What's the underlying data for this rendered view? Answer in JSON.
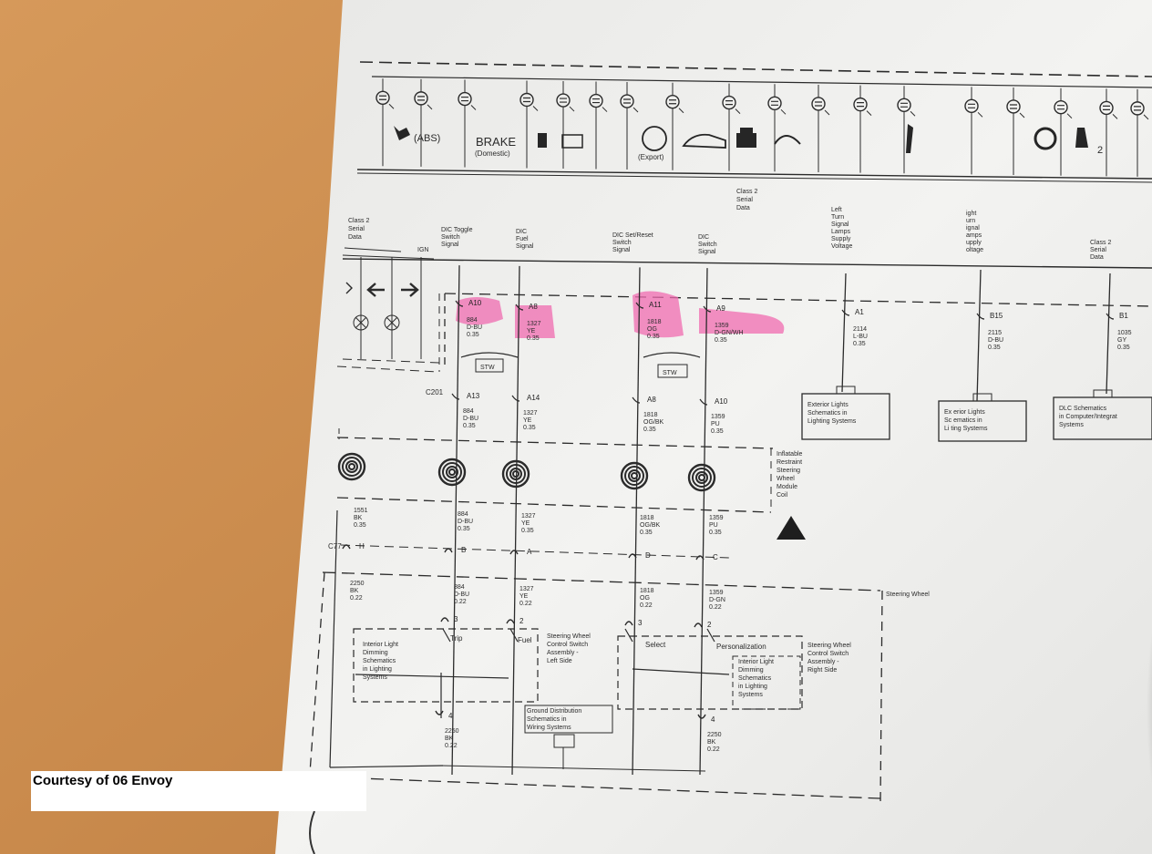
{
  "cluster": {
    "icon_labels": {
      "brake": "BRAKE",
      "brake_sub": "(Domestic)",
      "export_sub": "(Export)",
      "two": "2"
    },
    "class2_bottom": [
      "Class 2",
      "Serial",
      "Data"
    ]
  },
  "signals": [
    {
      "name": [
        "DIC Toggle",
        "Switch",
        "Signal"
      ]
    },
    {
      "name": [
        "DIC",
        "Fuel",
        "Signal"
      ]
    },
    {
      "name": [
        "DIC Set/Reset",
        "Switch",
        "Signal"
      ]
    },
    {
      "name": [
        "DIC",
        "Switch",
        "Signal"
      ]
    },
    {
      "name": [
        "Left",
        "Turn",
        "Signal",
        "Lamps",
        "Supply",
        "Voltage"
      ]
    },
    {
      "name": [
        "ight",
        "urn",
        "ignal",
        "amps",
        "upply",
        "oltage"
      ]
    },
    {
      "name": [
        "Class 2",
        "Serial",
        "Data"
      ]
    }
  ],
  "left_block": {
    "class2": [
      "Class 2",
      "Serial",
      "Data"
    ],
    "ign": "IGN"
  },
  "upper_pins": [
    {
      "pin": "A10",
      "circuit": "884",
      "color": "D-BU",
      "gauge": "0.35"
    },
    {
      "pin": "A8",
      "circuit": "1327",
      "color": "YE",
      "gauge": "0.35"
    },
    {
      "pin": "A11",
      "circuit": "1818",
      "color": "OG",
      "gauge": "0.35"
    },
    {
      "pin": "A9",
      "circuit": "1359",
      "color": "D-GN/WH",
      "gauge": "0.35"
    },
    {
      "pin": "A1",
      "circuit": "2114",
      "color": "L-BU",
      "gauge": "0.35"
    },
    {
      "pin": "B15",
      "circuit": "2115",
      "color": "D-BU",
      "gauge": "0.35"
    },
    {
      "pin": "B1",
      "circuit": "1035",
      "color": "GY",
      "gauge": "0.35"
    }
  ],
  "stw_label": "STW",
  "connector_c201": "C201",
  "mid_pins": [
    {
      "pin": "A13",
      "circuit": "884",
      "color": "D-BU",
      "gauge": "0.35"
    },
    {
      "pin": "A14",
      "circuit": "1327",
      "color": "YE",
      "gauge": "0.35"
    },
    {
      "pin": "A8",
      "circuit": "1818",
      "color": "OG/BK",
      "gauge": "0.35"
    },
    {
      "pin": "A10",
      "circuit": "1359",
      "color": "PU",
      "gauge": "0.35"
    }
  ],
  "references": [
    {
      "text": [
        "Exterior Lights",
        "Schematics in",
        "Lighting Systems"
      ]
    },
    {
      "text": [
        "Ex  erior Lights",
        "Sc  ematics in",
        "Li  ting Systems"
      ]
    },
    {
      "text": [
        "DLC Schematics",
        "in Computer/Integrat",
        "Systems"
      ]
    }
  ],
  "coil_label": [
    "Inflatable",
    "Restraint",
    "Steering",
    "Wheel",
    "Module",
    "Coil"
  ],
  "lower_wires": [
    {
      "circuit": "1551",
      "color": "BK",
      "gauge": "0.35"
    },
    {
      "circuit": "884",
      "color": "D-BU",
      "gauge": "0.35"
    },
    {
      "circuit": "1327",
      "color": "YE",
      "gauge": "0.35"
    },
    {
      "circuit": "1818",
      "color": "OG/BK",
      "gauge": "0.35"
    },
    {
      "circuit": "1359",
      "color": "PU",
      "gauge": "0.35"
    }
  ],
  "connector_c77": "C77",
  "lower_pins": [
    "H",
    "B",
    "A",
    "D",
    "C"
  ],
  "steering_wheel": "Steering Wheel",
  "sw_wires": [
    {
      "circuit": "2250",
      "color": "BK",
      "gauge": "0.22"
    },
    {
      "circuit": "884",
      "color": "D-BU",
      "gauge": "0.22"
    },
    {
      "circuit": "1327",
      "color": "YE",
      "gauge": "0.22"
    },
    {
      "circuit": "1818",
      "color": "OG",
      "gauge": "0.22"
    },
    {
      "circuit": "1359",
      "color": "D-GN",
      "gauge": "0.22"
    }
  ],
  "sw_pins": [
    "3",
    "2",
    "3",
    "2"
  ],
  "switches": {
    "trip": "Trip",
    "fuel": "Fuel",
    "select": "Select",
    "personalization": "Personalization"
  },
  "assembly_left": [
    "Steering Wheel",
    "Control Switch",
    "Assembly -",
    "Left Side"
  ],
  "assembly_right": [
    "Steering Wheel",
    "Control Switch",
    "Assembly -",
    "Right Side"
  ],
  "interior_left": [
    "Interior Light",
    "Dimming",
    "Schematics",
    "in Lighting",
    "Systems"
  ],
  "interior_right": [
    "Interior Light",
    "Dimming",
    "Schematics",
    "in Lighting",
    "Systems"
  ],
  "ground_dist": [
    "Ground Distribution",
    "Schematics in",
    "Wiring Systems"
  ],
  "ground_pins": [
    "4",
    "4"
  ],
  "ground_wires": [
    {
      "circuit": "2250",
      "color": "BK",
      "gauge": "0.22"
    },
    {
      "circuit": "2250",
      "color": "BK",
      "gauge": "0.22"
    }
  ],
  "courtesy": "Courtesy of 06 Envoy",
  "colors": {
    "paper": "#f1f1ee",
    "ink": "#232323",
    "wood": "#c98a4c",
    "highlight": "#f06bb0"
  }
}
